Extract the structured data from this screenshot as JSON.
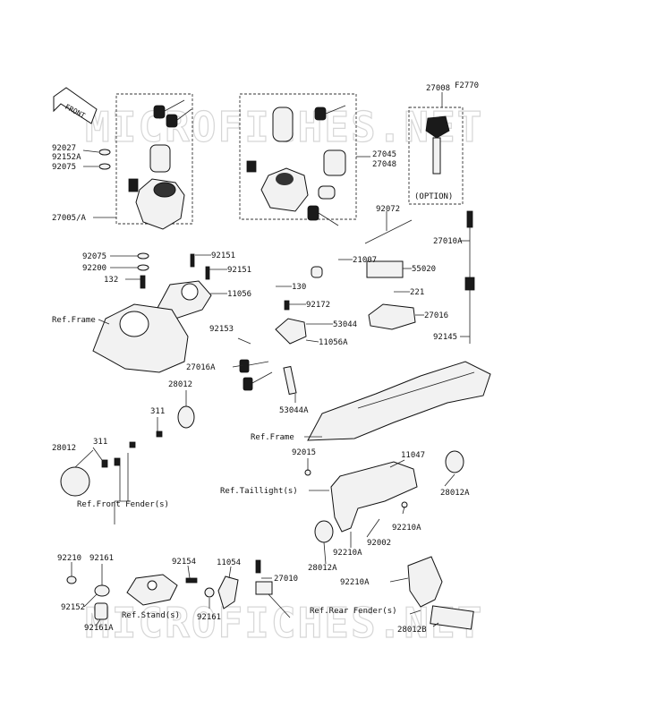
{
  "diagram_code": "F2770",
  "watermark": "MICROFICHES.NET",
  "front_arrow": "FRONT",
  "option_label": "(OPTION)",
  "labels": {
    "l27008": "27008",
    "l92027": "92027",
    "l92152A": "92152A",
    "l92075a": "92075",
    "l27005A": "27005/A",
    "l92075b": "92075",
    "l92200": "92200",
    "l132": "132",
    "l92151a": "92151",
    "l92151b": "92151",
    "l11056": "11056",
    "l130": "130",
    "l27045": "27045",
    "l27048": "27048",
    "l92072": "92072",
    "l27010A": "27010A",
    "l21007": "21007",
    "l55020": "55020",
    "l221": "221",
    "l92172": "92172",
    "l53044": "53044",
    "l27016": "27016",
    "l11056A": "11056A",
    "l92153": "92153",
    "l92145": "92145",
    "l27016A": "27016A",
    "l53044A": "53044A",
    "l28012a": "28012",
    "l311a": "311",
    "l28012b": "28012",
    "l311b": "311",
    "l92015": "92015",
    "l11047": "11047",
    "l28012A_r": "28012A",
    "l92210A_a": "92210A",
    "l92002": "92002",
    "l92210A_b": "92210A",
    "l28012A_b": "28012A",
    "l92210": "92210",
    "l92161": "92161",
    "l92154": "92154",
    "l11054": "11054",
    "l27010": "27010",
    "l92152": "92152",
    "l92161b": "92161",
    "l92161A": "92161A",
    "l92210A_c": "92210A",
    "l28012B": "28012B",
    "refFrame1": "Ref.Frame",
    "refFrame2": "Ref.Frame",
    "refTaillight": "Ref.Taillight(s)",
    "refFrontFender": "Ref.Front Fender(s)",
    "refStand": "Ref.Stand(s)",
    "refRearFender": "Ref.Rear Fender(s)"
  }
}
